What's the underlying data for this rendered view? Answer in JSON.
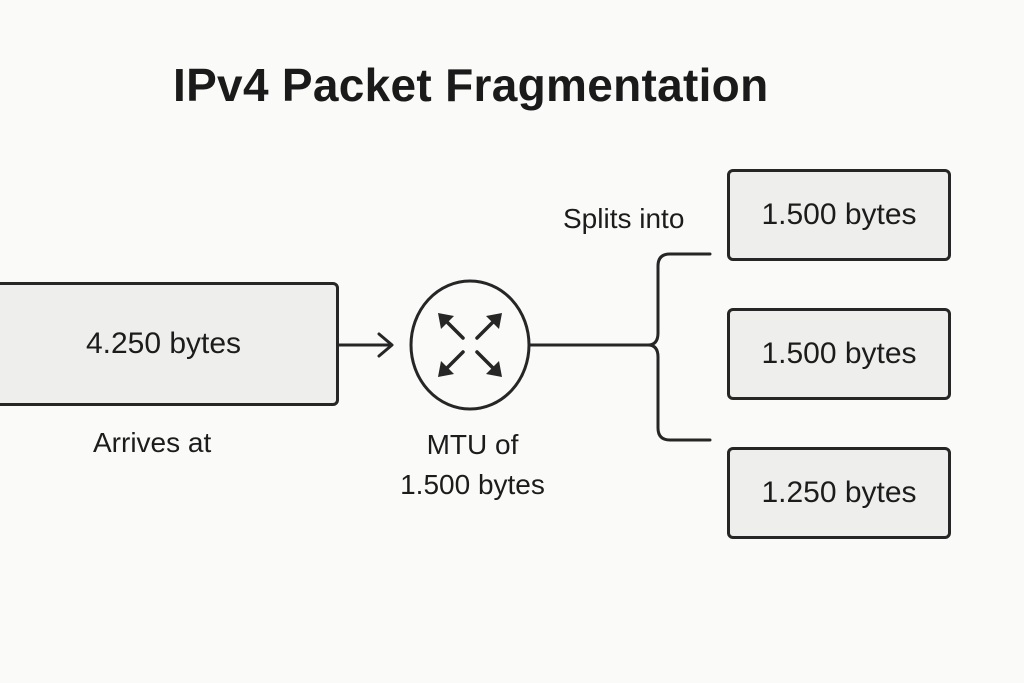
{
  "title": "IPv4 Packet Fragmentation",
  "source": {
    "size_label": "4.250 bytes",
    "caption": "Arrives at"
  },
  "router": {
    "icon": "router-arrows-icon",
    "caption_line1": "MTU of",
    "caption_line2": "1.500 bytes"
  },
  "split_label": "Splits into",
  "fragments": [
    {
      "label": "1.500 bytes"
    },
    {
      "label": "1.500 bytes"
    },
    {
      "label": "1.250 bytes"
    }
  ]
}
